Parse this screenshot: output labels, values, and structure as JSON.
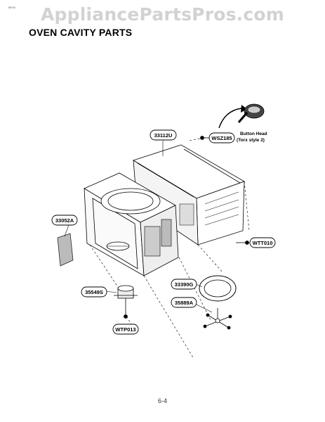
{
  "page": {
    "watermark": "AppliancePartsPros.com",
    "corner_code": "6EV6",
    "title": "OVEN CAVITY PARTS",
    "page_number": "6-4"
  },
  "callouts": {
    "c33112U": "33112U",
    "cWSZ185": "WSZ185",
    "c33052A": "33052A",
    "cWTT010": "WTT010",
    "c33390G": "33390G",
    "c35549S": "35549S",
    "c35889A": "35889A",
    "cWTP013": "WTP013"
  },
  "screw_note": {
    "line1": "Button Head",
    "line2": "(Torx style 2)"
  }
}
